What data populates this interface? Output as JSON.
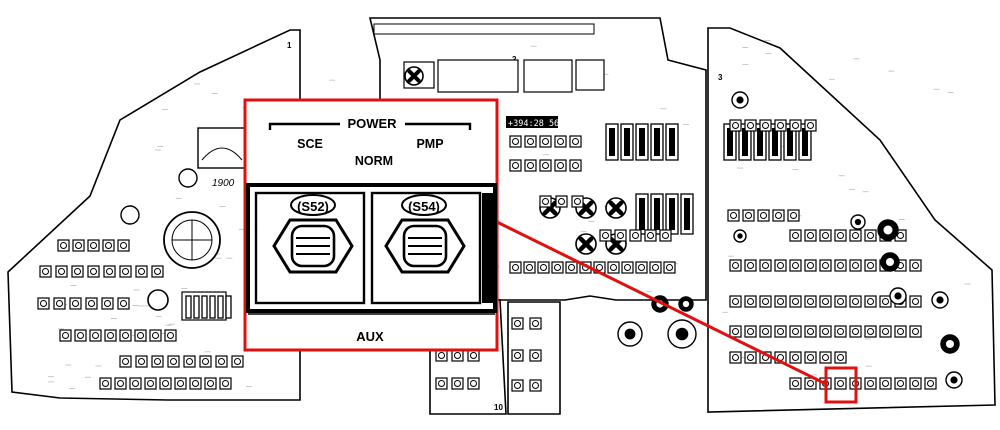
{
  "colors": {
    "highlight": "#e01010",
    "ink": "#000000",
    "paper": "#ffffff",
    "panel_gray": "#d9d9d9"
  },
  "panel_numbers": {
    "p1": "1",
    "p2": "2",
    "p3": "3",
    "p10": "10"
  },
  "readouts": {
    "event_timer": "+394:28 56",
    "clock": "1900"
  },
  "inset": {
    "group_label": "POWER",
    "left_label": "SCE",
    "center_label": "NORM",
    "right_label": "PMP",
    "switch_left_id": "(S52)",
    "switch_right_id": "(S54)",
    "bottom_label": "AUX"
  },
  "icons": {
    "switch": "toggle-switch-icon",
    "fan": "fan-icon",
    "gauge": "round-gauge-icon"
  }
}
